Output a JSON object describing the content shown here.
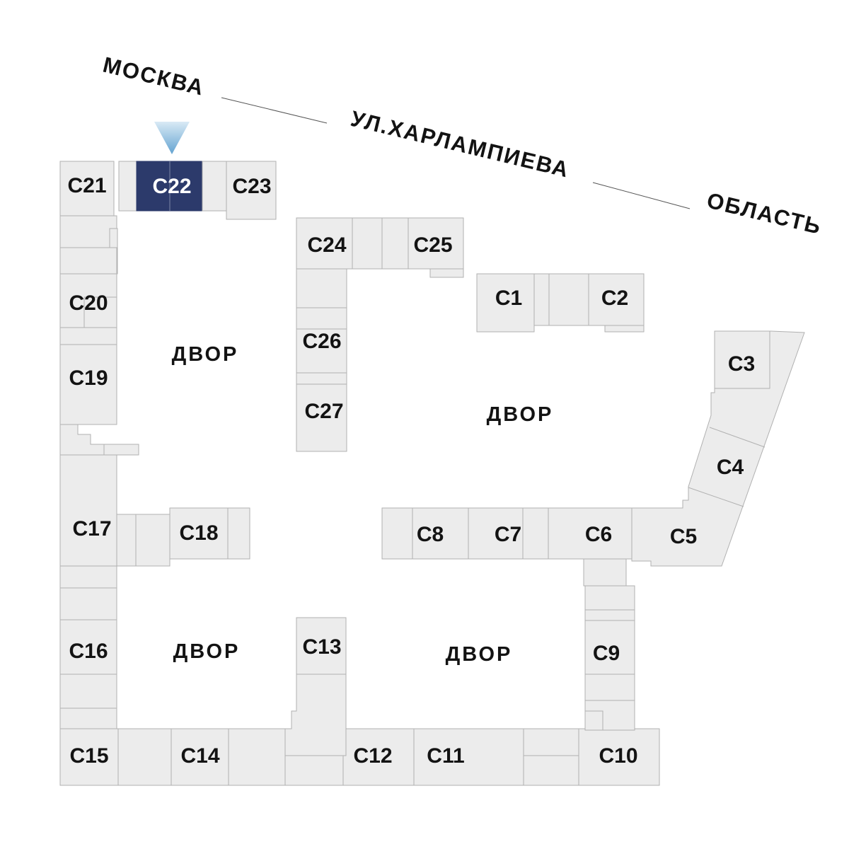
{
  "annotations": {
    "city_label": "МОСКВА",
    "street_label": "УЛ.ХАРЛАМПИЕВА",
    "region_label": "ОБЛАСТЬ"
  },
  "marker": {
    "points_to": "С22",
    "gradient_top": "#d9eaf5",
    "gradient_bottom": "#63a3d1"
  },
  "highlighted_building": "С22",
  "colors": {
    "building_fill": "#ececec",
    "building_stroke": "#b1b1b1",
    "highlight_fill": "#2c3a6b",
    "highlight_text": "#ffffff",
    "label_text": "#131313"
  },
  "courtyards": [
    {
      "label": "ДВОР"
    },
    {
      "label": "ДВОР"
    },
    {
      "label": "ДВОР"
    },
    {
      "label": "ДВОР"
    }
  ],
  "buildings": [
    {
      "label": "С1"
    },
    {
      "label": "С2"
    },
    {
      "label": "С3"
    },
    {
      "label": "С4"
    },
    {
      "label": "С5"
    },
    {
      "label": "С6"
    },
    {
      "label": "С7"
    },
    {
      "label": "С8"
    },
    {
      "label": "С9"
    },
    {
      "label": "С10"
    },
    {
      "label": "С11"
    },
    {
      "label": "С12"
    },
    {
      "label": "С13"
    },
    {
      "label": "С14"
    },
    {
      "label": "С15"
    },
    {
      "label": "С16"
    },
    {
      "label": "С17"
    },
    {
      "label": "С18"
    },
    {
      "label": "С19"
    },
    {
      "label": "С20"
    },
    {
      "label": "С21"
    },
    {
      "label": "С22"
    },
    {
      "label": "С23"
    },
    {
      "label": "С24"
    },
    {
      "label": "С25"
    },
    {
      "label": "С26"
    },
    {
      "label": "С27"
    }
  ]
}
